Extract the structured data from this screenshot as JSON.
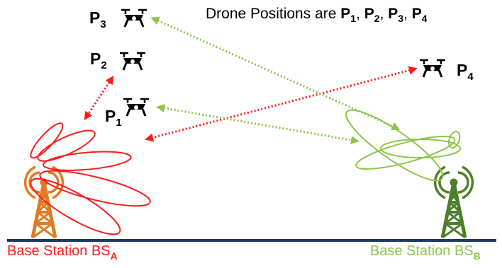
{
  "title": {
    "text": "Drone Positions are",
    "items": [
      {
        "base": "P",
        "sub": "1"
      },
      {
        "base": "P",
        "sub": "2"
      },
      {
        "base": "P",
        "sub": "3"
      },
      {
        "base": "P",
        "sub": "4"
      }
    ],
    "separator": ","
  },
  "drones": [
    {
      "base": "P",
      "sub": "1"
    },
    {
      "base": "P",
      "sub": "2"
    },
    {
      "base": "P",
      "sub": "3"
    },
    {
      "base": "P",
      "sub": "4"
    }
  ],
  "stations": {
    "a": {
      "label": "Base Station BS",
      "sub": "A"
    },
    "b": {
      "label": "Base Station BS",
      "sub": "B"
    }
  },
  "colors": {
    "station_a": "#ff1a1a",
    "station_b": "#8cc64a",
    "tower_a": "#e07b24",
    "tower_b": "#4e7f2c",
    "ground": "#1f3864"
  },
  "icons": {
    "drone": "drone-icon",
    "tower": "radio-tower-icon"
  }
}
